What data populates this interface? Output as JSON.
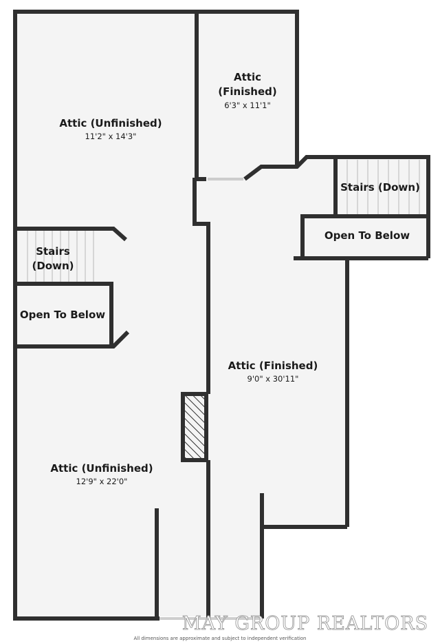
{
  "rooms": [
    {
      "name": "Attic (Unfinished)",
      "dims": "11'2\" x 14'3\""
    },
    {
      "name_line1": "Attic",
      "name_line2": "(Finished)",
      "dims": "6'3\" x 11'1\""
    },
    {
      "name": "Attic (Finished)",
      "dims": "9'0\" x 30'11\""
    },
    {
      "name": "Attic (Unfinished)",
      "dims": "12'9\" x 22'0\""
    }
  ],
  "stairs": [
    {
      "line1": "Stairs",
      "line2": "(Down)"
    },
    {
      "label": "Stairs (Down)"
    }
  ],
  "open_to_below": [
    {
      "label": "Open To Below"
    },
    {
      "label": "Open To Below"
    }
  ],
  "watermark": "MAY GROUP REALTORS",
  "footer": "All dimensions are approximate and subject to independent verification",
  "colors": {
    "wall": "#2f2f2f",
    "floor": "#f4f4f4",
    "stair_tread": "#b9b9b9"
  }
}
